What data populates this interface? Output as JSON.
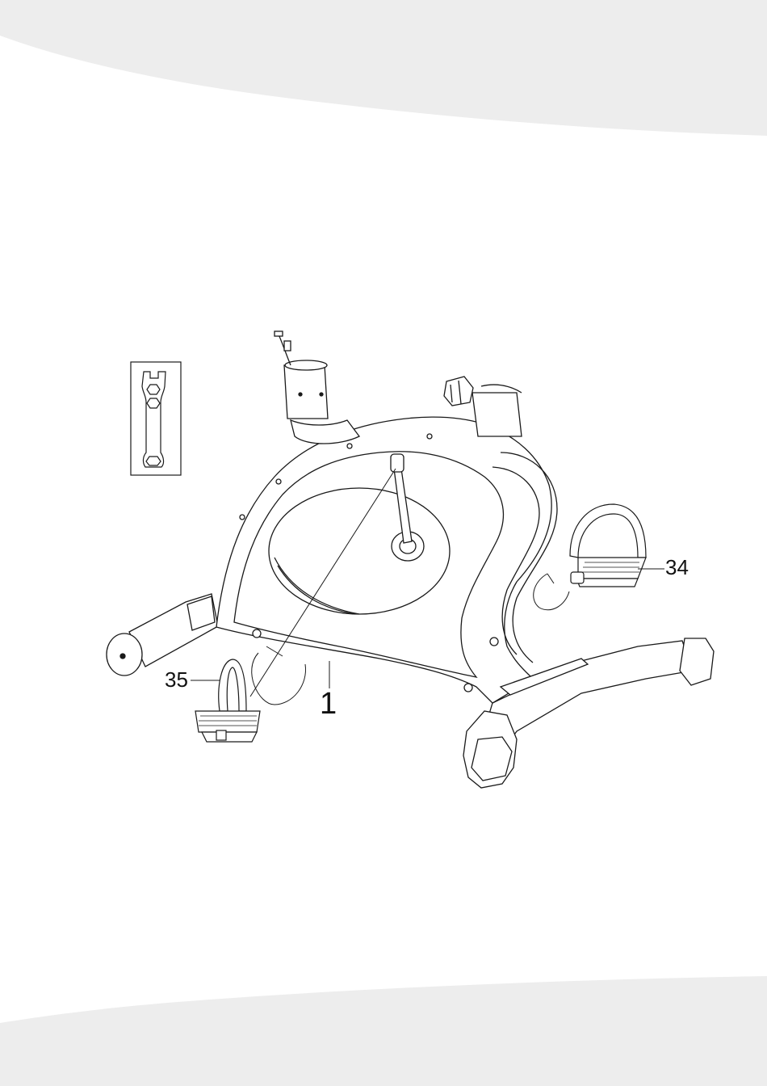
{
  "callouts": {
    "pedal_right": "34",
    "pedal_left": "35",
    "main_frame": "1"
  },
  "colors": {
    "band": "#ededed",
    "line": "#1a1a1a",
    "paper": "#ffffff"
  },
  "icons": {
    "tool": "hex-wrench-icon"
  }
}
